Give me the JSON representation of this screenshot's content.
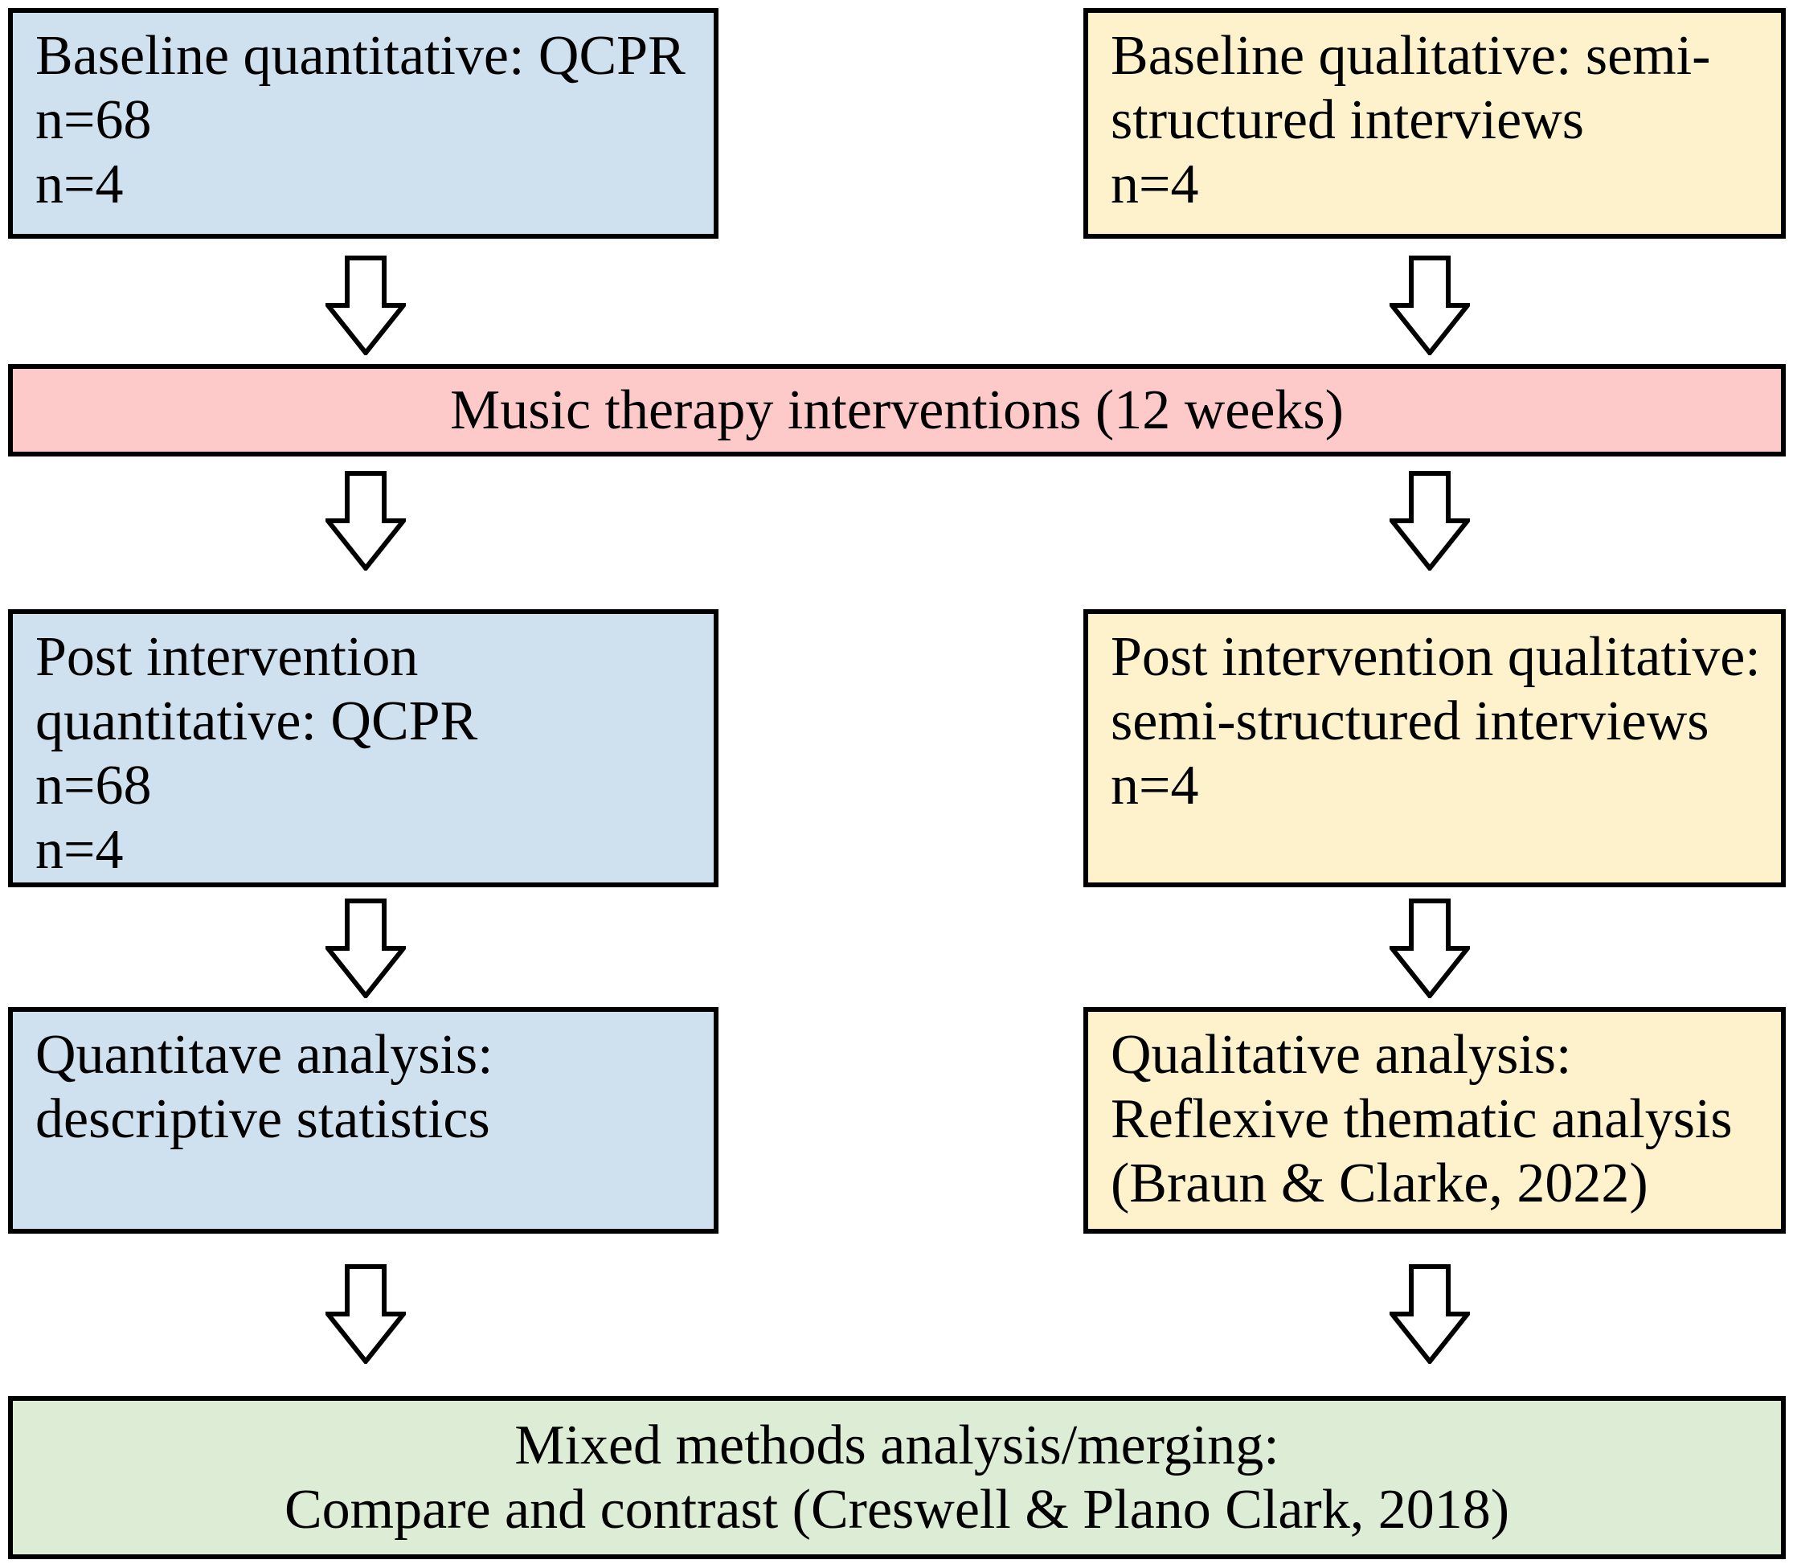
{
  "colors": {
    "quantitative_fill": "#cfe0ef",
    "qualitative_fill": "#fdf2cc",
    "intervention_fill": "#fdc9c9",
    "mixed_fill": "#ddecd4",
    "border": "#000000",
    "text": "#000000",
    "arrow_fill": "#ffffff",
    "arrow_outline": "#000000"
  },
  "nodes": {
    "baseline_quantitative": {
      "lines": [
        "Baseline quantitative: QCPR",
        "n=68",
        "n=4"
      ]
    },
    "baseline_qualitative": {
      "lines": [
        "Baseline qualitative: semi-",
        "structured interviews",
        "n=4"
      ]
    },
    "music_therapy": {
      "lines": [
        "Music therapy interventions (12 weeks)"
      ]
    },
    "post_quantitative": {
      "lines": [
        "Post intervention",
        "quantitative: QCPR",
        "n=68",
        "n=4"
      ]
    },
    "post_qualitative": {
      "lines": [
        "Post intervention qualitative:",
        "semi-structured interviews",
        "n=4"
      ]
    },
    "quantitative_analysis": {
      "lines": [
        "Quantitave analysis:",
        "descriptive statistics"
      ]
    },
    "qualitative_analysis": {
      "lines": [
        "Qualitative analysis:",
        "Reflexive thematic analysis",
        "(Braun & Clarke, 2022)"
      ]
    },
    "mixed_methods": {
      "lines": [
        "Mixed methods analysis/merging:",
        "Compare and contrast (Creswell & Plano Clark, 2018)"
      ]
    }
  }
}
